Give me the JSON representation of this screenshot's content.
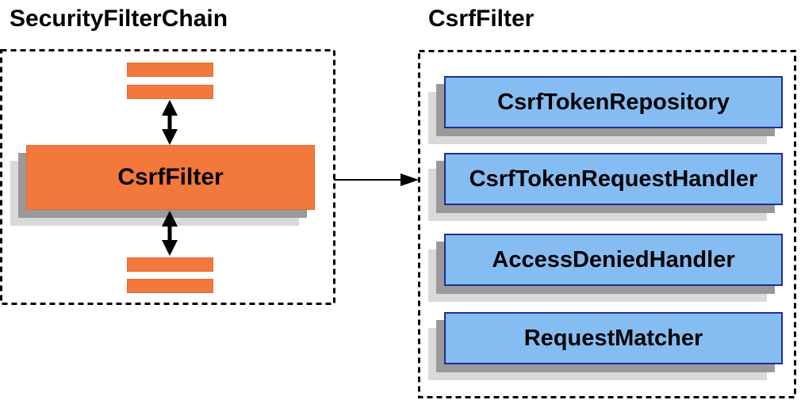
{
  "colors": {
    "orange": "#F2783C",
    "orange_border": "#E8682A",
    "blue": "#85BDF2",
    "blue_border": "#1F2D96",
    "shadow_mid": "#999999",
    "shadow_light": "#D9D9D9",
    "line": "#000000",
    "bg": "#FFFFFF"
  },
  "left_panel": {
    "title": "SecurityFilterChain",
    "filter_box": {
      "label": "CsrfFilter"
    }
  },
  "right_panel": {
    "title": "CsrfFilter",
    "boxes": [
      {
        "label": "CsrfTokenRepository"
      },
      {
        "label": "CsrfTokenRequestHandler"
      },
      {
        "label": "AccessDeniedHandler"
      },
      {
        "label": "RequestMatcher"
      }
    ]
  }
}
